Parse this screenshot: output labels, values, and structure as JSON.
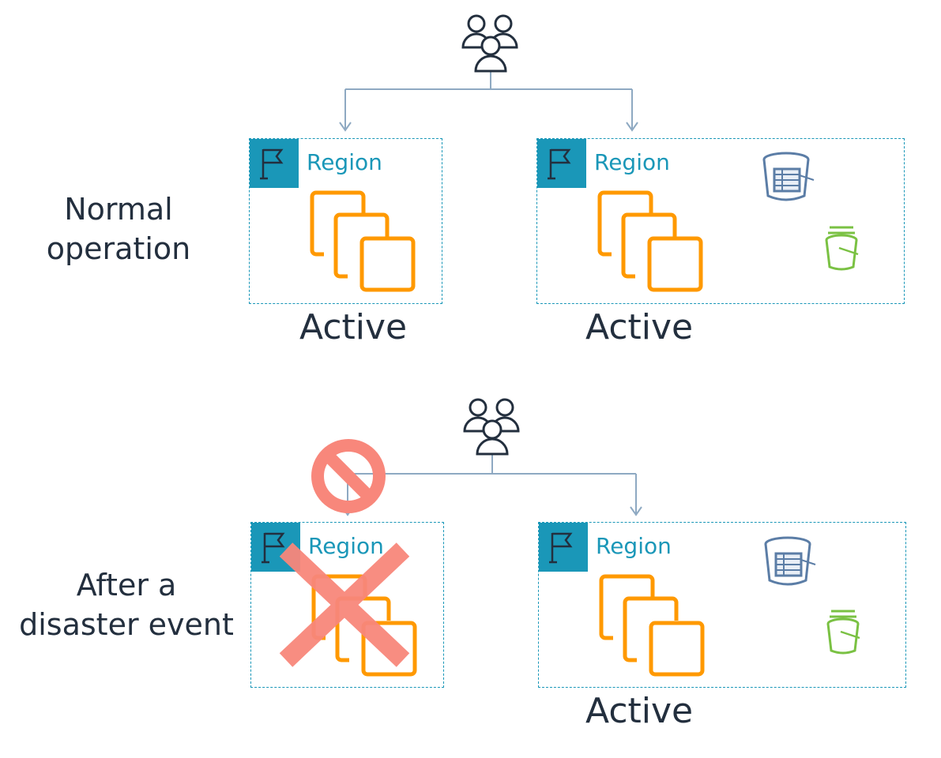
{
  "diagram": {
    "rows": [
      {
        "label_line1": "Normal",
        "label_line2": "operation",
        "regions": [
          {
            "label": "Region",
            "status": "Active",
            "icon": "compute-instances-icon"
          },
          {
            "label": "Region",
            "status": "Active",
            "icon": "compute-instances-icon",
            "extras": [
              "database-bucket-icon",
              "storage-bucket-icon"
            ]
          }
        ]
      },
      {
        "label_line1": "After a",
        "label_line2": "disaster event",
        "regions": [
          {
            "label": "Region",
            "status": "",
            "icon": "compute-instances-icon",
            "failed": true
          },
          {
            "label": "Region",
            "status": "Active",
            "icon": "compute-instances-icon",
            "extras": [
              "database-bucket-icon",
              "storage-bucket-icon"
            ]
          }
        ]
      }
    ],
    "icons": {
      "users": "users-icon",
      "region_flag": "flag-icon",
      "blocked": "prohibited-icon",
      "failed": "x-cross-icon"
    },
    "colors": {
      "region_border": "#1a97b8",
      "compute": "#ff9900",
      "connector": "#8ea9c2",
      "text": "#232f3e",
      "blocked": "#f8877b",
      "database_bucket": "#5b7da6",
      "storage_bucket": "#7ac143"
    }
  }
}
